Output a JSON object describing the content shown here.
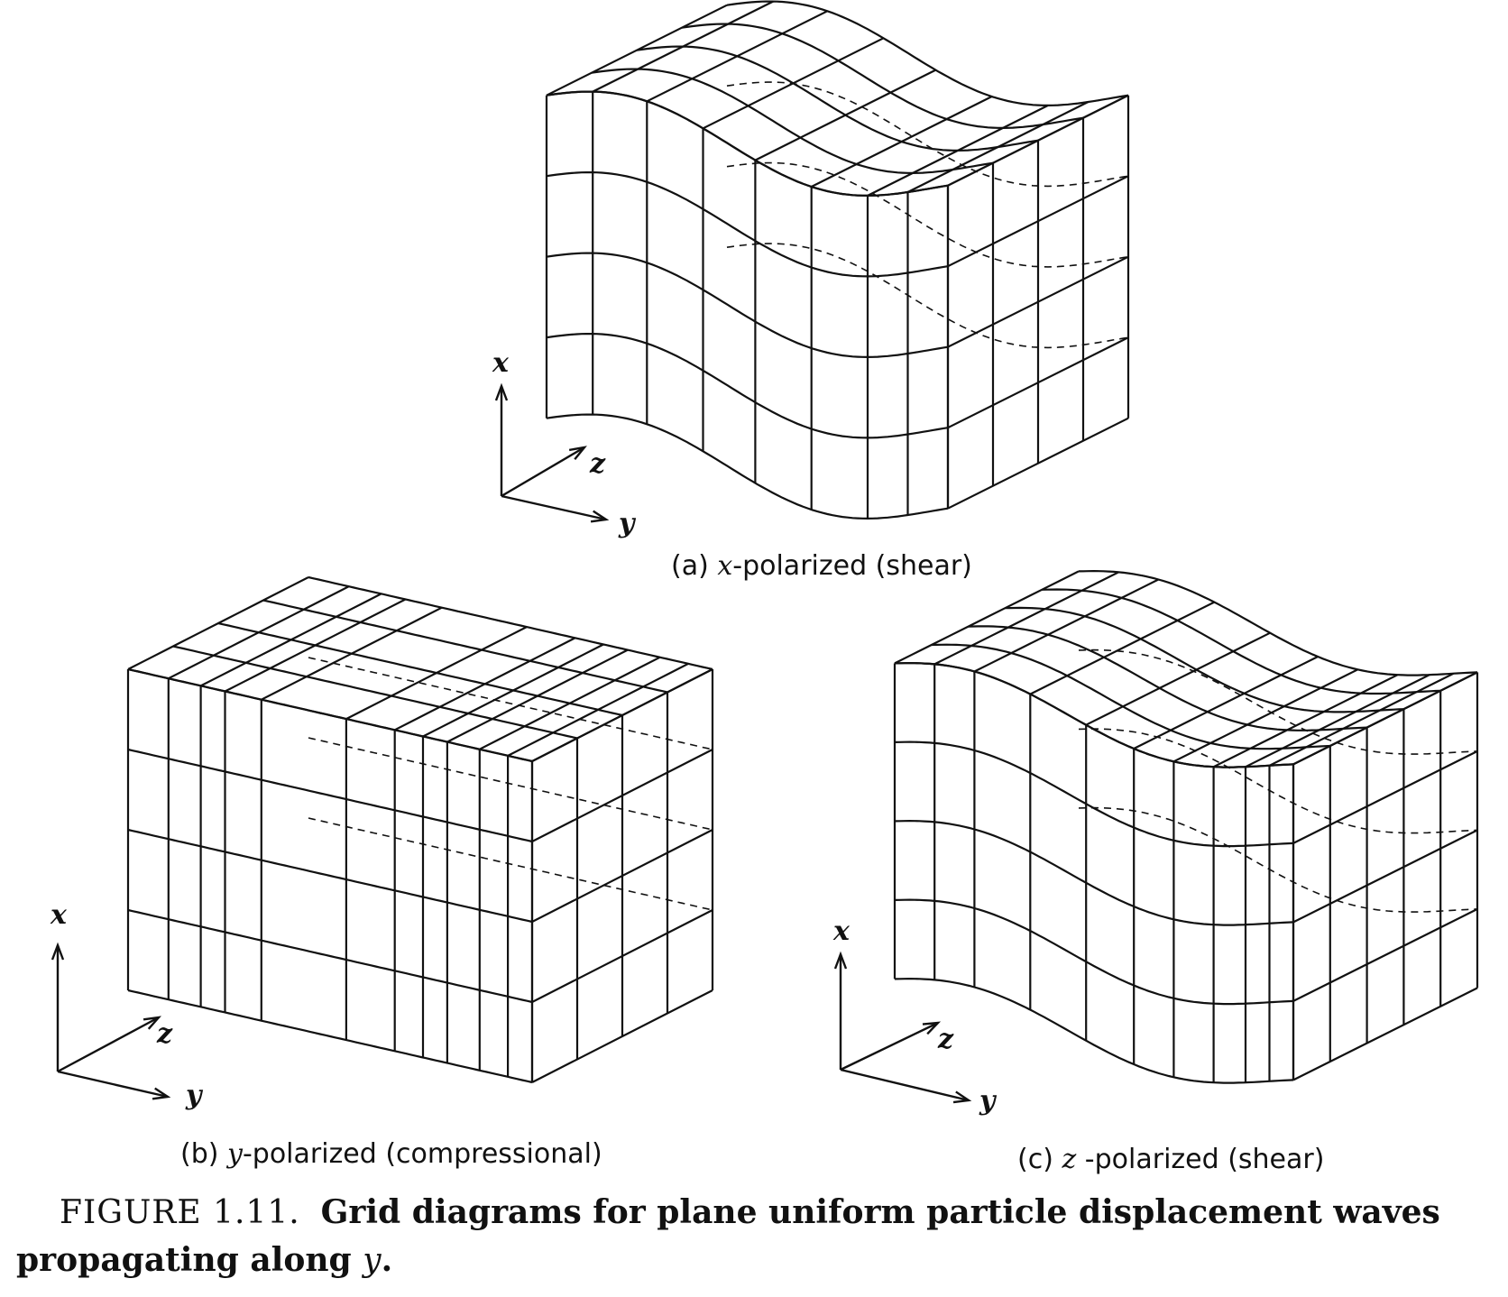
{
  "panels": [
    {
      "id": "a",
      "prefix": "(a) ",
      "variable": "x",
      "suffix": "-polarized (shear)"
    },
    {
      "id": "b",
      "prefix": "(b) ",
      "variable": "y",
      "suffix": "-polarized (compressional)"
    },
    {
      "id": "c",
      "prefix": "(c) ",
      "variable": "z",
      "suffix": " -polarized (shear)"
    }
  ],
  "axes": {
    "x": "x",
    "y": "y",
    "z": "z"
  },
  "caption": {
    "number": "FIGURE 1.11.",
    "text": "Grid diagrams for plane uniform particle displacement waves propagating along ",
    "variable": "y",
    "end": "."
  }
}
